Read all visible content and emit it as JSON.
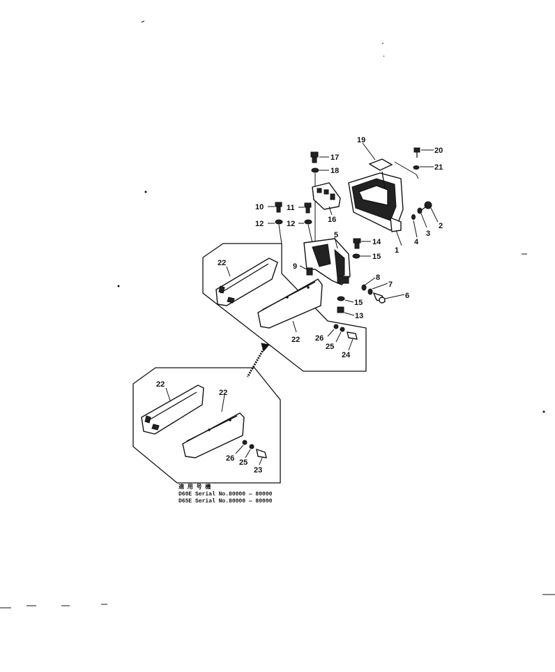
{
  "labels": {
    "n1": "1",
    "n2": "2",
    "n3": "3",
    "n4": "4",
    "n5": "5",
    "n6": "6",
    "n7": "7",
    "n8": "8",
    "n9": "9",
    "n10": "10",
    "n11": "11",
    "n12a": "12",
    "n12b": "12",
    "n13": "13",
    "n14": "14",
    "n15": "15",
    "n15b": "15",
    "n16": "16",
    "n17": "17",
    "n18": "18",
    "n19": "19",
    "n20": "20",
    "n21": "21",
    "n22a": "22",
    "n22b": "22",
    "n22c": "22",
    "n22d": "22",
    "n23": "23",
    "n24": "24",
    "n25a": "25",
    "n25b": "25",
    "n26a": "26",
    "n26b": "26"
  },
  "note": {
    "line1": "適 用 号 機",
    "line2": "D60E Serial No.80000 — 80000",
    "line3": "D65E Serial No.80000 — 80000"
  },
  "colors": {
    "ink": "#111111",
    "paper": "#ffffff"
  }
}
